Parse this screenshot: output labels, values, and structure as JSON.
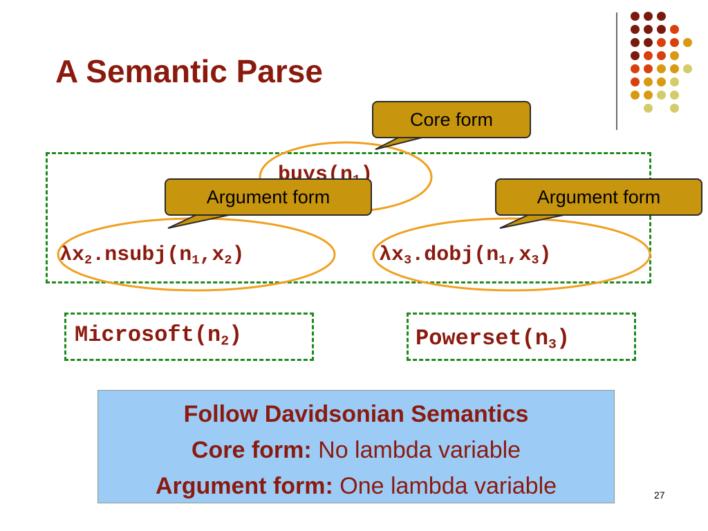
{
  "title": "A Semantic Parse",
  "core_callout": "Core form",
  "arg_callout_left": "Argument form",
  "arg_callout_right": "Argument form",
  "core_expr": {
    "func": "buys(n",
    "sub": "1",
    "close": ")"
  },
  "left_expr": {
    "lambda": "λ",
    "var": "x",
    "var_sub": "2",
    "body": ".nsubj(n",
    "n_sub": "1",
    "comma": ",x",
    "x_sub": "2",
    "close": ")"
  },
  "right_expr": {
    "lambda": "λ",
    "var": "x",
    "var_sub": "3",
    "body": ".dobj(n",
    "n_sub": "1",
    "comma": ",x",
    "x_sub": "3",
    "close": ")"
  },
  "microsoft": {
    "text": "Microsoft(n",
    "sub": "2",
    "close": ")"
  },
  "powerset": {
    "text": "Powerset(n",
    "sub": "3",
    "close": ")"
  },
  "info": {
    "line1": "Follow Davidsonian Semantics",
    "line2_label": "Core form:",
    "line2_text": " No lambda variable",
    "line3_label": "Argument form:",
    "line3_text": " One lambda variable"
  },
  "page_number": "27",
  "colors": {
    "title": "#8b1a0e",
    "dash": "#1e8a1e",
    "ellipse": "#f0a020",
    "callout": "#c8950f",
    "info_bg": "#9ccbf5"
  }
}
